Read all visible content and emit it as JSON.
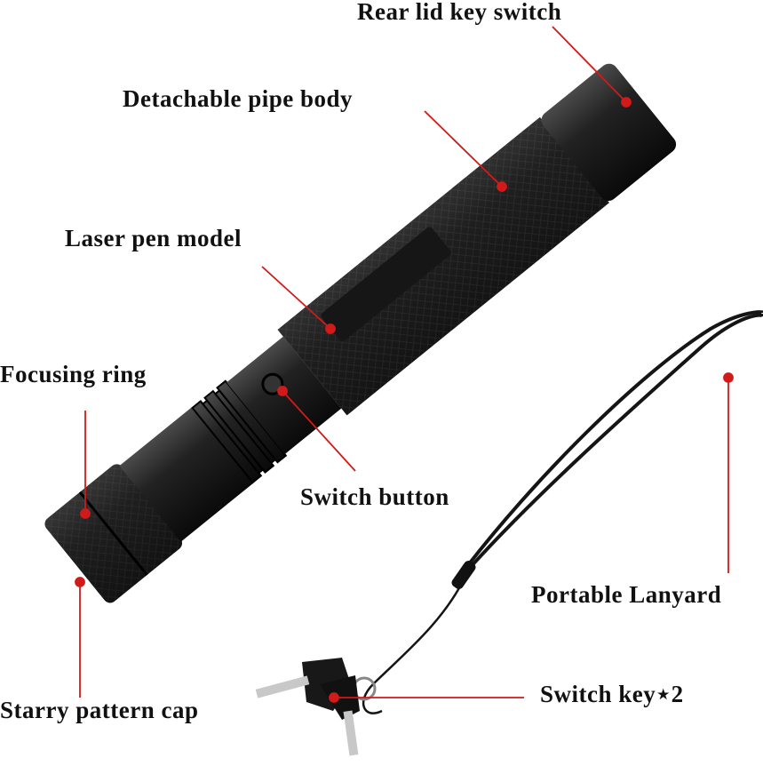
{
  "labels": {
    "rear_lid": "Rear lid key switch",
    "pipe_body": "Detachable pipe body",
    "model": "Laser pen model",
    "focusing_ring": "Focusing ring",
    "switch_button": "Switch button",
    "lanyard": "Portable Lanyard",
    "starry_cap": "Starry pattern cap",
    "switch_key": "Switch key⋆2"
  },
  "colors": {
    "pointer": "#d11a1a",
    "body": "#1a1a1a",
    "text": "#111111"
  }
}
